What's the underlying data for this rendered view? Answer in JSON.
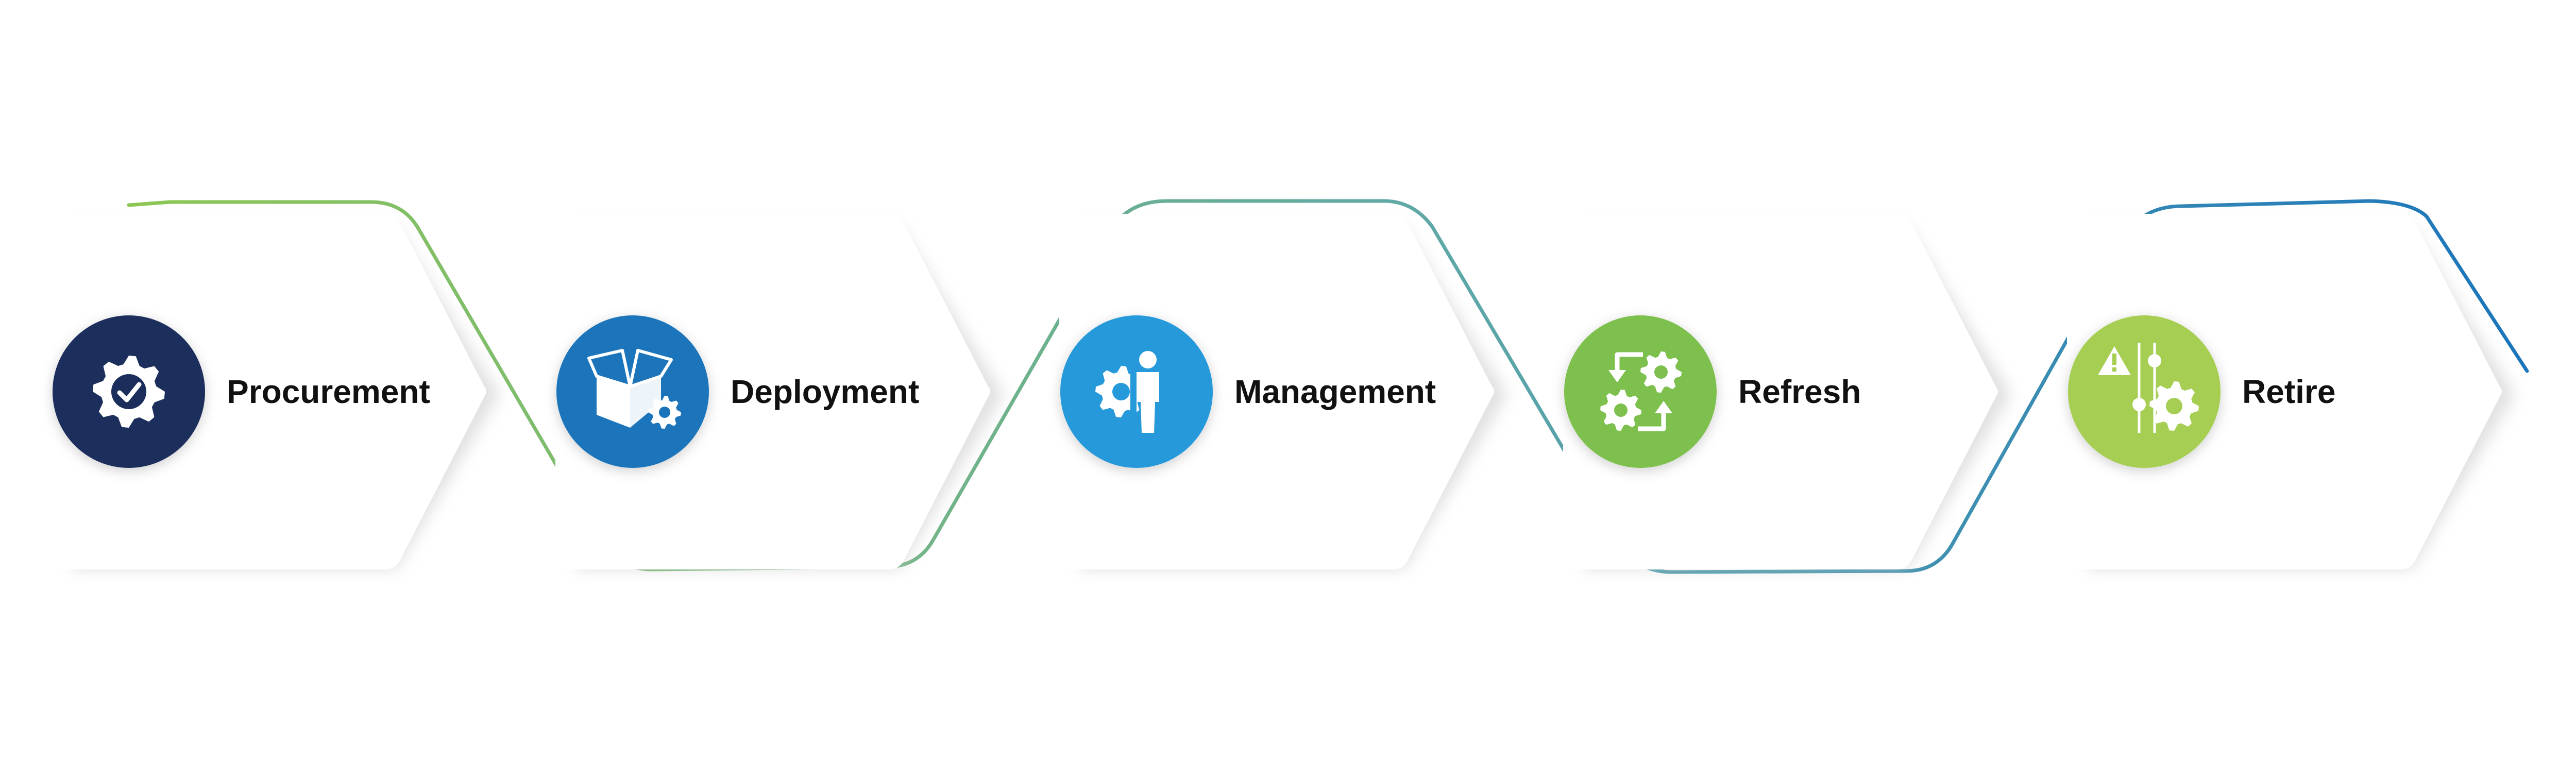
{
  "diagram": {
    "steps": [
      {
        "id": "procurement",
        "label": "Procurement",
        "icon": "gear-check-icon",
        "color": "#1B2D5B"
      },
      {
        "id": "deployment",
        "label": "Deployment",
        "icon": "open-box-gear-icon",
        "color": "#1A74BB"
      },
      {
        "id": "management",
        "label": "Management",
        "icon": "person-gear-icon",
        "color": "#2599DA"
      },
      {
        "id": "refresh",
        "label": "Refresh",
        "icon": "refresh-gears-icon",
        "color": "#7DC04E"
      },
      {
        "id": "retire",
        "label": "Retire",
        "icon": "warning-sliders-gear-icon",
        "color": "#A6CE52"
      }
    ],
    "connector_gradient": [
      "#8CC653",
      "#5FA8A8",
      "#1B75BB"
    ]
  }
}
